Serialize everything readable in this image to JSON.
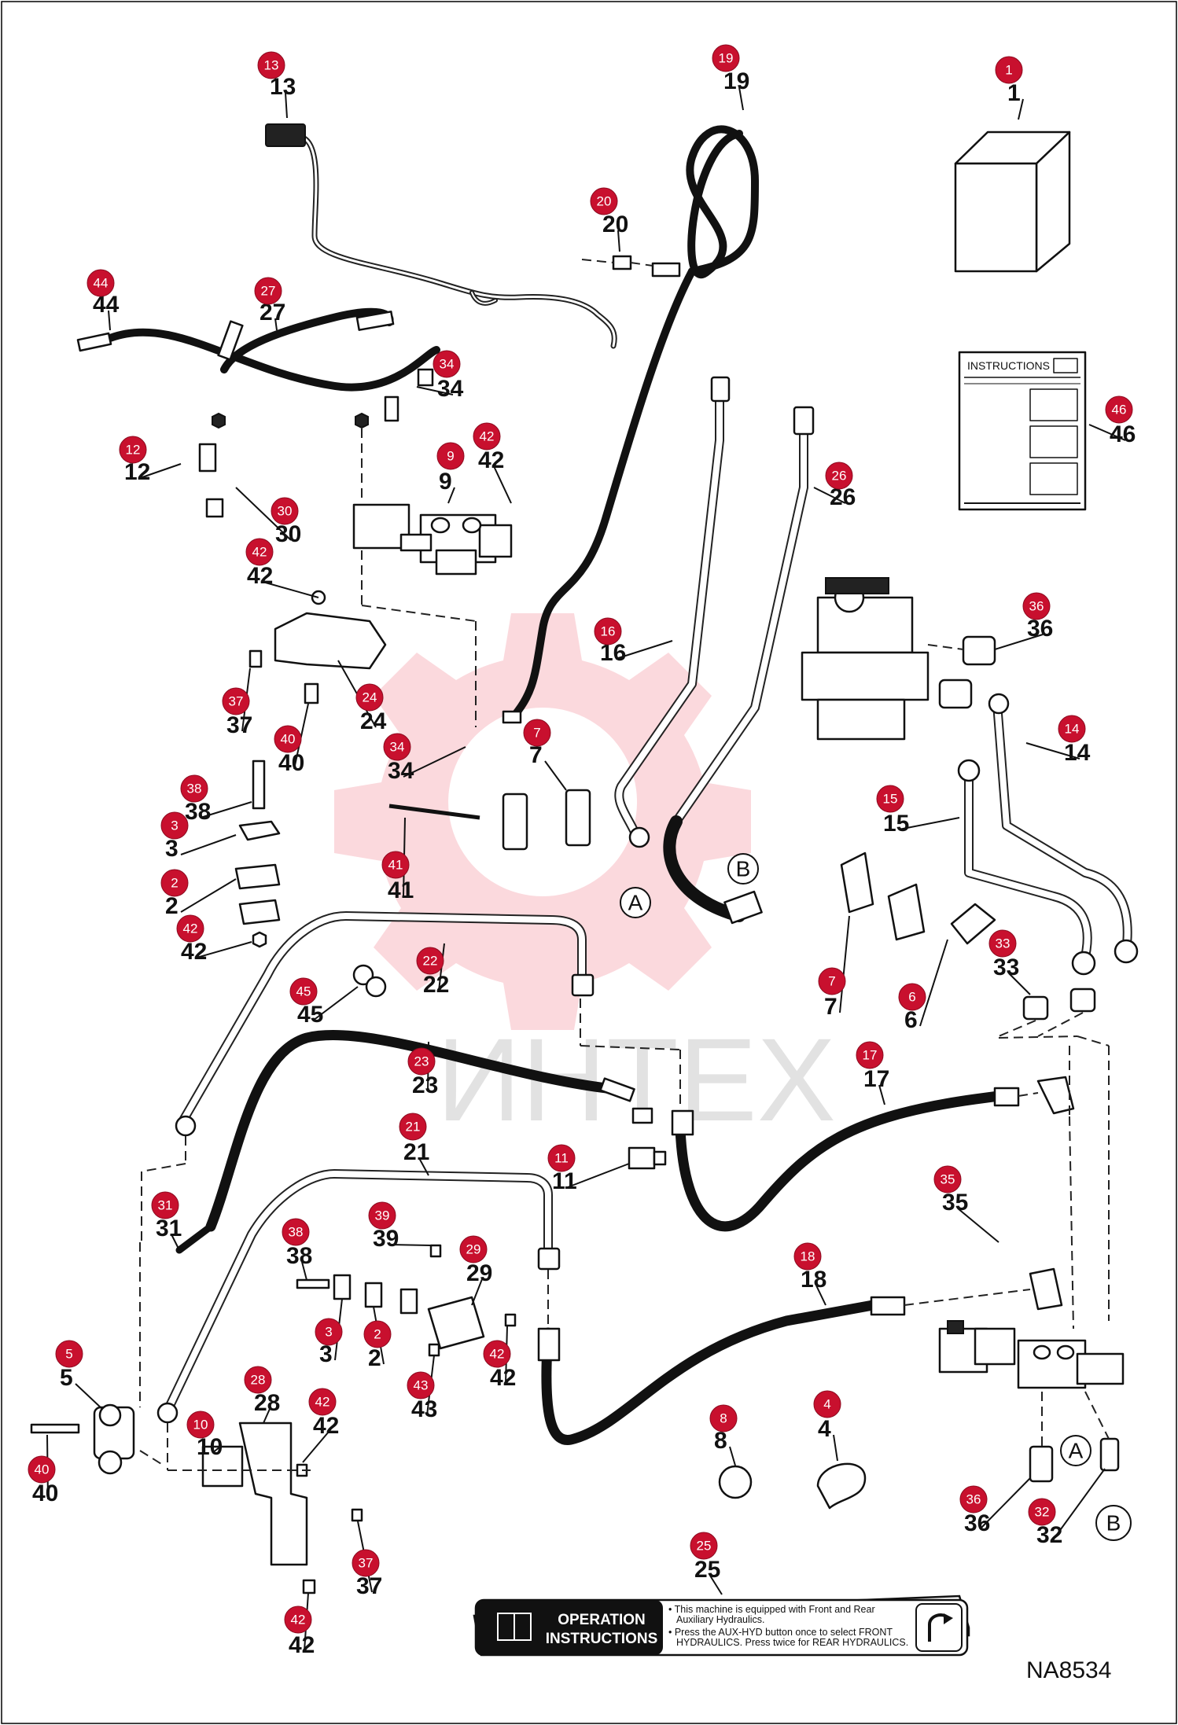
{
  "diagram": {
    "drawing_number": "NA8534",
    "watermark_text": "ИНТЕХ",
    "instruction_sheet_title": "INSTRUCTIONS",
    "decal": {
      "title_line1": "OPERATION",
      "title_line2": "INSTRUCTIONS",
      "bullet1_line1": "• This machine is equipped with Front and Rear",
      "bullet1_line2": "Auxiliary Hydraulics.",
      "bullet2_line1": "• Press the AUX-HYD button once to select FRONT",
      "bullet2_line2": "HYDRAULICS. Press twice for REAR HYDRAULICS."
    },
    "connection_letters": [
      "A",
      "B",
      "A",
      "B"
    ],
    "parts": [
      {
        "id": "13",
        "label": "13"
      },
      {
        "id": "19",
        "label": "19"
      },
      {
        "id": "1",
        "label": "1"
      },
      {
        "id": "20",
        "label": "20"
      },
      {
        "id": "44",
        "label": "44"
      },
      {
        "id": "27",
        "label": "27"
      },
      {
        "id": "34a",
        "label": "34"
      },
      {
        "id": "12",
        "label": "12"
      },
      {
        "id": "9",
        "label": "9"
      },
      {
        "id": "42a",
        "label": "42"
      },
      {
        "id": "30",
        "label": "30"
      },
      {
        "id": "46",
        "label": "46"
      },
      {
        "id": "26",
        "label": "26"
      },
      {
        "id": "42b",
        "label": "42"
      },
      {
        "id": "36a",
        "label": "36"
      },
      {
        "id": "16",
        "label": "16"
      },
      {
        "id": "37a",
        "label": "37"
      },
      {
        "id": "24",
        "label": "24"
      },
      {
        "id": "40a",
        "label": "40"
      },
      {
        "id": "34b",
        "label": "34"
      },
      {
        "id": "7a",
        "label": "7"
      },
      {
        "id": "14",
        "label": "14"
      },
      {
        "id": "15",
        "label": "15"
      },
      {
        "id": "38a",
        "label": "38"
      },
      {
        "id": "3a",
        "label": "3"
      },
      {
        "id": "41",
        "label": "41"
      },
      {
        "id": "2a",
        "label": "2"
      },
      {
        "id": "42c",
        "label": "42"
      },
      {
        "id": "22",
        "label": "22"
      },
      {
        "id": "33",
        "label": "33"
      },
      {
        "id": "7b",
        "label": "7"
      },
      {
        "id": "6",
        "label": "6"
      },
      {
        "id": "45",
        "label": "45"
      },
      {
        "id": "23",
        "label": "23"
      },
      {
        "id": "17",
        "label": "17"
      },
      {
        "id": "21",
        "label": "21"
      },
      {
        "id": "11",
        "label": "11"
      },
      {
        "id": "35",
        "label": "35"
      },
      {
        "id": "31",
        "label": "31"
      },
      {
        "id": "39",
        "label": "39"
      },
      {
        "id": "29",
        "label": "29"
      },
      {
        "id": "38b",
        "label": "38"
      },
      {
        "id": "18",
        "label": "18"
      },
      {
        "id": "3b",
        "label": "3"
      },
      {
        "id": "2b",
        "label": "2"
      },
      {
        "id": "42d",
        "label": "42"
      },
      {
        "id": "5",
        "label": "5"
      },
      {
        "id": "43",
        "label": "43"
      },
      {
        "id": "28",
        "label": "28"
      },
      {
        "id": "42e",
        "label": "42"
      },
      {
        "id": "10",
        "label": "10"
      },
      {
        "id": "8",
        "label": "8"
      },
      {
        "id": "4",
        "label": "4"
      },
      {
        "id": "40b",
        "label": "40"
      },
      {
        "id": "36b",
        "label": "36"
      },
      {
        "id": "32",
        "label": "32"
      },
      {
        "id": "37b",
        "label": "37"
      },
      {
        "id": "25",
        "label": "25"
      },
      {
        "id": "42f",
        "label": "42"
      }
    ]
  }
}
